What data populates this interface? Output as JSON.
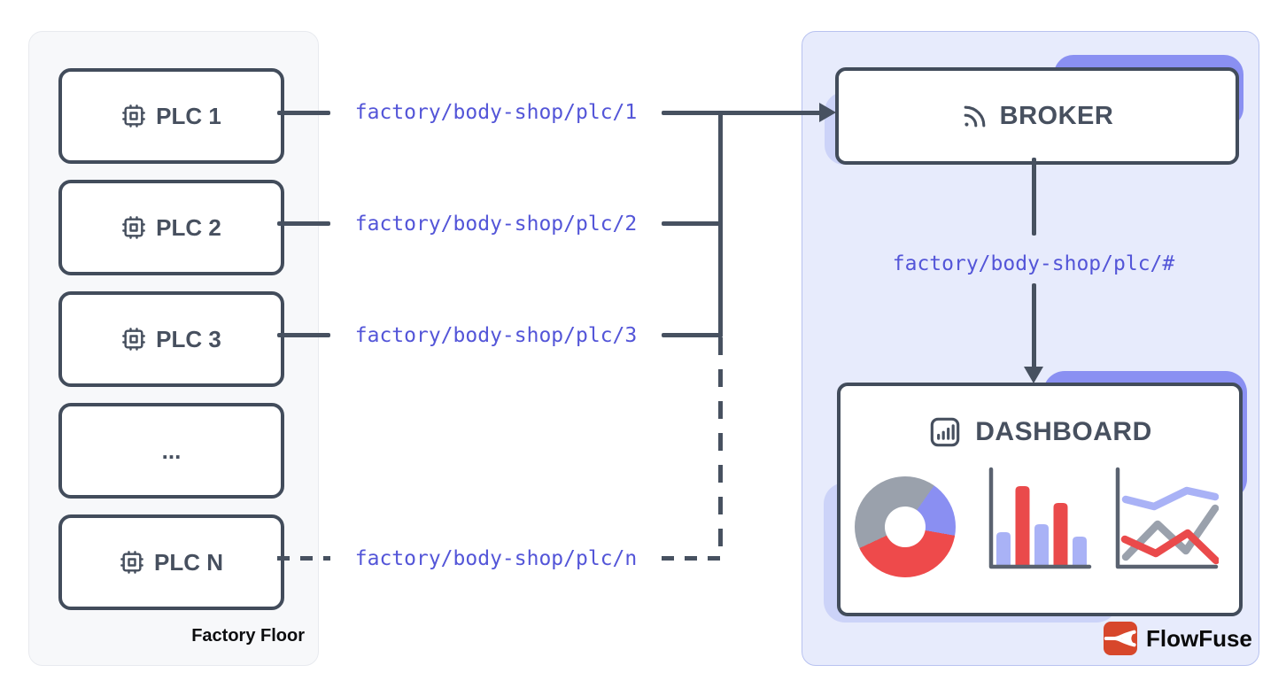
{
  "factory": {
    "panel_label": "Factory Floor",
    "plcs": [
      {
        "label": "PLC 1",
        "icon": "cpu-icon"
      },
      {
        "label": "PLC 2",
        "icon": "cpu-icon"
      },
      {
        "label": "PLC 3",
        "icon": "cpu-icon"
      },
      {
        "label": "...",
        "icon": null
      },
      {
        "label": "PLC N",
        "icon": "cpu-icon"
      }
    ]
  },
  "topics": {
    "plc1": "factory/body-shop/plc/1",
    "plc2": "factory/body-shop/plc/2",
    "plc3": "factory/body-shop/plc/3",
    "plcn": "factory/body-shop/plc/n",
    "wildcard": "factory/body-shop/plc/#"
  },
  "broker": {
    "label": "BROKER",
    "icon": "rss-icon"
  },
  "dashboard": {
    "label": "DASHBOARD",
    "icon": "bar-chart-icon",
    "charts": {
      "donut": {
        "type": "pie",
        "segments": [
          {
            "color": "#9aa1ac",
            "from": 0,
            "to": 35
          },
          {
            "color": "#8a8ff2",
            "from": 35,
            "to": 100
          },
          {
            "color": "#ee4a4b",
            "from": 100,
            "to": 245
          },
          {
            "color": "#9aa1ac",
            "from": 245,
            "to": 360
          }
        ]
      },
      "bars": {
        "type": "bar",
        "values": [
          {
            "color": "#a9b2f6",
            "height": 38
          },
          {
            "color": "#ea4a4b",
            "height": 90
          },
          {
            "color": "#a9b2f6",
            "height": 47
          },
          {
            "color": "#ea4a4b",
            "height": 71
          },
          {
            "color": "#a9b2f6",
            "height": 33
          }
        ]
      },
      "lines": {
        "type": "line",
        "series": [
          {
            "color": "#9aa1ac",
            "points": [
              [
                15,
                104
              ],
              [
                51,
                67
              ],
              [
                83,
                97
              ],
              [
                116,
                49
              ]
            ]
          },
          {
            "color": "#ea4a4b",
            "points": [
              [
                14,
                84
              ],
              [
                49,
                100
              ],
              [
                85,
                77
              ],
              [
                117,
                108
              ]
            ]
          },
          {
            "color": "#a9b2f6",
            "points": [
              [
                15,
                39
              ],
              [
                47,
                47
              ],
              [
                84,
                29
              ],
              [
                116,
                36
              ]
            ]
          }
        ]
      }
    }
  },
  "brand": {
    "label": "FlowFuse"
  },
  "colors": {
    "line": "#475160",
    "box_border": "#424c5b",
    "topic_text": "#5355d8",
    "accent_periwinkle": "#8a90f2",
    "accent_periwinkle_light": "#ccd3f8",
    "chart_red": "#ea4a4b",
    "chart_gray": "#9aa1ac",
    "chart_blue": "#a9b2f6",
    "brand_red": "#d7472b",
    "panel_left_bg": "#f7f8fa",
    "panel_right_bg": "#e7ebfc"
  }
}
